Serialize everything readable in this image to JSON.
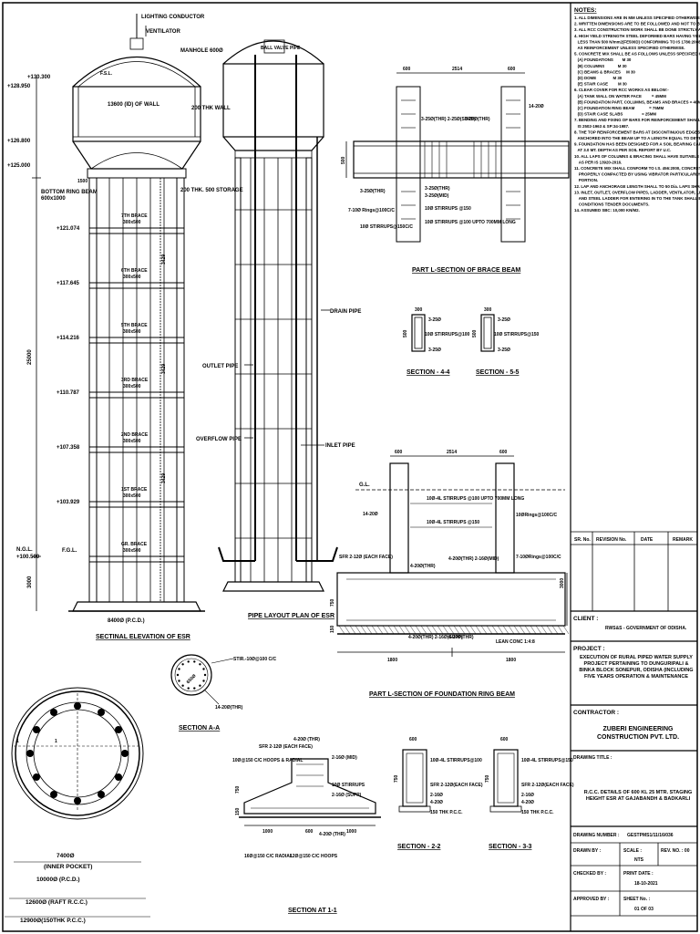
{
  "elevation": {
    "lighting_conductor": "LIGHTING CONDUCTOR",
    "ventilator": "VENTILATOR",
    "manhole": "MANHOLE 600Ø",
    "wall_dia": "13600 (ID) OF WALL",
    "wall_thk": "200 THK WALL",
    "storage": "200 THK. 500 STORAGE",
    "bottom_ring": "BOTTOM RING BEAM",
    "bottom_ring_size": "600x1000",
    "raft_dia": "8400Ø (P.C.D.)",
    "title": "SECTINAL ELEVATION OF ESR",
    "ng_level": "N.G.L.",
    "fgl": "F.G.L.",
    "fsl": "F.S.L.",
    "dim_height": "25000",
    "dim_bottom": "3000",
    "dim_top": "1500",
    "levels": [
      "+130.300",
      "+128.950",
      "+126.800",
      "+125.000",
      "+121.074",
      "+117.645",
      "+114.216",
      "+110.787",
      "+107.358",
      "+103.929",
      "+100.500"
    ],
    "braces": [
      {
        "name": "7TH BRACE",
        "size": "300x500"
      },
      {
        "name": "6TH BRACE",
        "size": "300x500"
      },
      {
        "name": "5TH BRACE",
        "size": "300x500"
      },
      {
        "name": "3RD BRACE",
        "size": "300x500"
      },
      {
        "name": "2ND BRACE",
        "size": "300x500"
      },
      {
        "name": "1ST BRACE",
        "size": "300x500"
      },
      {
        "name": "GR. BRACE",
        "size": "300x500"
      }
    ],
    "brace_spacing": "3429"
  },
  "pipe_layout": {
    "title": "PIPE LAYOUT PLAN OF ESR",
    "drain": "DRAIN PIPE",
    "outlet": "OUTLET PIPE",
    "overflow": "OVERFLOW PIPE",
    "inlet": "INLET PIPE",
    "top_label": "BALL VALVE PIPE"
  },
  "brace_section": {
    "title": "PART L-SECTION OF BRACE BEAM",
    "dim_left": "600",
    "dim_mid": "2514",
    "dim_right": "600",
    "depth": "500",
    "bars_top": "3-25Ø(THR) 2-25Ø(SUPP)",
    "bars_thr": "3-25Ø(THR)",
    "bars_right": "14-20Ø",
    "bars_bottom": "3-25Ø(THR)",
    "bars_mid": "3-25Ø(MID)",
    "rings": "7-10Ø Rings@100C/C",
    "stirrups_left": "10Ø STIRRUPS@150C/C",
    "stirrups": "10Ø STIRRUPS @100 UPTO 700MM LONG",
    "stirrups_150": "10Ø STIRRUPS @150"
  },
  "section44": {
    "title": "SECTION - 4-4",
    "w": "300",
    "h": "500",
    "bars": [
      "3-25Ø",
      "10Ø STIRRUPS@100",
      "3-25Ø"
    ]
  },
  "section55": {
    "title": "SECTION - 5-5",
    "w": "300",
    "h": "500",
    "bars": [
      "3-25Ø",
      "10Ø STIRRUPS@150",
      "3-25Ø"
    ]
  },
  "foundation": {
    "title": "PART L-SECTION OF FOUNDATION RING BEAM",
    "dim_left": "600",
    "dim_mid": "2514",
    "dim_right": "600",
    "gl": "G.L.",
    "bars_left": "14-20Ø",
    "stirrups_a": "10Ø-4L STIRRUPS @100 UPTO 700MM LONG",
    "stirrups_b": "10Ø-4L STIRRUPS @150",
    "rings": "10ØRings@100C/C",
    "sfr": "SFR 2-12Ø (EACH FACE)",
    "bars_thr": "4-20Ø(THR)",
    "bars_mid": "4-20Ø(THR) 2-16Ø(MID)",
    "rings2": "7-10ØRings@100C/C",
    "bot_a": "4-20Ø(THR) 2-16Ø(SUPP)",
    "bot_b": "4-20Ø(THR)",
    "lean": "LEAN CONC 1:4:8",
    "dim_b1": "1800",
    "dim_b2": "1800",
    "dim_h1": "750",
    "dim_h2": "150",
    "dim_side": "3000"
  },
  "raft": {
    "inner": "7400Ø",
    "inner_pocket": "(INNER POCKET)",
    "pcd": "10000Ø (P.C.D.)",
    "raft_rcc": "12600Ø (RAFT R.C.C.)",
    "pcc": "12900Ø(150THK P.C.C.)",
    "mark": "1"
  },
  "section_aa": {
    "title": "SECTION A-A",
    "dia": "650Ø",
    "stirrups": "STIR.-10Ø@100 C/C",
    "bars": "14-20Ø(THR)"
  },
  "section11": {
    "title": "SECTION AT 1-1",
    "bars_top": "4-20Ø (THR)",
    "sfr": "SFR 2-12Ø (EACH FACE)",
    "hoops": "10Ø@150 C/C HOOPS & RADIAL",
    "mid": "2-16Ø (MID)",
    "stirrups": "10Ø STIRRUPS",
    "supp": "2-16Ø (SUPP)",
    "thr": "4-20Ø (THR)",
    "radial": "16Ø@150 C/C RADIAL",
    "hoops2": "12Ø@150 C/C HOOPS",
    "dims": [
      "1000",
      "600",
      "1000"
    ],
    "h": [
      "750",
      "150"
    ]
  },
  "section22": {
    "title": "SECTION - 2-2",
    "w": "600",
    "h": "750",
    "stirrups": "10Ø-4L STIRRUPS@100",
    "sfr": "SFR 2-12Ø(EACH FACE)",
    "bars1": "2-16Ø",
    "bars2": "4-20Ø",
    "pcc": "150 THK P.C.C."
  },
  "section33": {
    "title": "SECTION - 3-3",
    "w": "600",
    "h": "750",
    "stirrups": "10Ø-4L STIRRUPS@150",
    "sfr": "SFR 2-12Ø(EACH FACE)",
    "bars1": "2-16Ø",
    "bars2": "4-20Ø",
    "pcc": "150 THK P.C.C."
  },
  "notes": {
    "heading": "NOTES:",
    "lines": [
      "1. ALL DIMENSIONS ARE IN MM UNLESS SPECIFIED OTHERWISE.",
      "2. WRITTEN DIMENSIONS ARE TO BE FOLLOWED AND NOT TO BE SCALED.",
      "3. ALL RCC CONSTRUCTION WORK SHALL BE DONE STRICTLY AS PER IS-456:2000.",
      "4. HIGH YIELD STRENGTH STEEL DEFORMED BARS HAVING YIELD STRESS NOT",
      "   LESS THAN 500 N/mm2(FE500D) CONFORMING TO IS 1786:2008 SHALL BE USED",
      "   AS REINFORCEMENT UNLESS SPECIFIED OTHERWISE.",
      "5. CONCRETE MIX SHALL BE AS FOLLOWS UNLESS SPECIFIED OTHERWISE:-",
      "   (A) FOUNDATIONS        M 30",
      "   (B) COLUMNS            M 30",
      "   (C) BEAMS & BRACES     M 30",
      "   (D) DOME               M 30",
      "   (E) STAIR CASE         M 30",
      "6. CLEAR COVER FOR RCC WORKS AS BELOW:-",
      "   (A) TANK WALL ON WATER FACE         = 45MM",
      "   (B) FOUNDATION PART, COLUMNS, BEAMS AND BRACES = 40MM",
      "   (C) FOUNDATION RING BEAM             = 75MM",
      "   (D) STAIR CASE SLABS                 = 25MM",
      "7. BENDING AND FIXING OF BARS FOR REINFORCEMENT SHALL BE AS PER",
      "   IS 2502-1963 & SP:34-1987.",
      "8. THE TOP REINFORCEMENT BARS AT DISCONTINUOUS EDGES SHALL BE",
      "   ANCHORED INTO THE BEAM UP TO A LENGTH EQUAL TO DEVELOPMENT LENGTH.",
      "9. FOUNDATION HAS BEEN DESIGNED FOR A SOIL BEARING CAPACITY OF 100 KN",
      "   AT 3.0 MT. DEPTH AS PER SOIL REPORT BY U.C.",
      "10. ALL LAPS OF COLUMNS & BRACING SHALL HAVE SUITABLE REINFORCEMENT",
      "    AS PER IS 13920-2016.",
      "11. CONCRETE MIX SHALL CONFORM TO I.S. 456:2000, CONCRETE SHALL BE",
      "    PROPERLY COMPACTED BY USING VIBRATOR PARTICULARLY IN THE RAFT",
      "    PORTION.",
      "12. LAP AND ANCHORAGE LENGTH SHALL TO 50 Dia. LAPS SHALL BE STAGGERED.",
      "13. INLET, OUTLET, OVERFLOW PIPES, LADDER, VENTILATOR, LIGHTING CONDUCTOR",
      "    AND STEEL LADDER FOR ENTERING IN TO THE TANK SHALL BE AS PER STP",
      "    CONDITIONS TENDER DOCUMENTS.",
      "14. ASSUMED SBC: 10,000 KN/M2."
    ]
  },
  "title_block": {
    "rev_headers": [
      "SR. No.",
      "REVISION No.",
      "DATE",
      "REMARK"
    ],
    "client_label": "CLIENT :",
    "client": "RWS&S - GOVERNMENT OF ODISHA.",
    "project_label": "PROJECT :",
    "project": "EXECUTION OF RURAL PIPED WATER SUPPLY PROJECT PERTAINING TO DUNGURIPALI & BINKA BLOCK SONEPUR, ODISHA (INCLUDING FIVE YEARS OPERATION & MAINTENANCE",
    "contractor_label": "CONTRACTOR :",
    "contractor": "ZUBERI ENGINEERING CONSTRUCTION PVT. LTD.",
    "drawing_title_label": "DRAWING TITLE :",
    "drawing_title": "R.C.C. DETAILS OF 600 KL 25 MTR. STAGING HEIGHT ESR AT GAJABANDH & BADKARLI",
    "drawing_no_label": "DRAWING NUMBER :",
    "drawing_no": "GESTPMS1/11/16/036",
    "drawn_by_label": "DRAWN BY :",
    "scale_label": "SCALE :",
    "scale": "NTS",
    "rev_no": "REV. NO. : 00",
    "checked_label": "CHECKED BY :",
    "print_date_label": "PRINT DATE :",
    "print_date": "18-10-2021",
    "approved_label": "APPROVED BY :",
    "sheet_label": "SHEET No. :",
    "sheet": "01 OF 03"
  }
}
